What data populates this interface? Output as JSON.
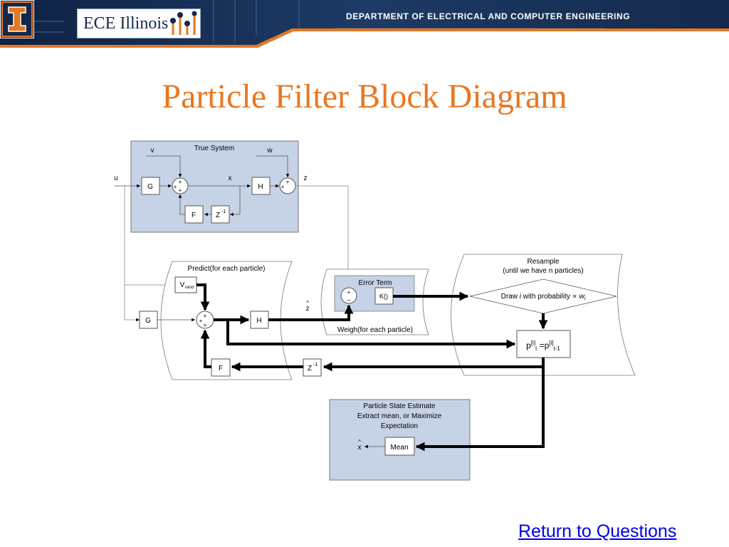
{
  "header": {
    "logo_text": "ECE Illinois",
    "department": "DEPARTMENT OF ELECTRICAL AND COMPUTER ENGINEERING",
    "colors": {
      "navy": "#13294b",
      "orange": "#e87722"
    }
  },
  "slide": {
    "title": "Particle Filter Block Diagram"
  },
  "diagram": {
    "true_system": {
      "title": "True System",
      "v": "v",
      "w": "w",
      "u": "u",
      "x": "x",
      "z": "z",
      "g": "G",
      "h": "H",
      "f": "F",
      "zinv": "Z",
      "zinv_exp": "-1"
    },
    "predict": {
      "title": "Predict(for each particle)",
      "vrand": "V",
      "vrand_sub": "rand",
      "g": "G",
      "h": "H",
      "f": "F",
      "zinv": "Z",
      "zinv_exp": "-1"
    },
    "error": {
      "title": "Error Term",
      "k": "K()",
      "weigh": "Weigh(for each particle)",
      "zhat": "z",
      "hat": "^"
    },
    "resample": {
      "line1": "Resample",
      "line2": "(until we have n particles)",
      "draw_prefix": "Draw ",
      "draw_i": "i",
      "draw_mid": " with probability ",
      "prop": "∝",
      "draw_w": "w",
      "draw_wsub": "i",
      "p": "p",
      "sup": "[i]",
      "sub_t": "t",
      "eq": " =p",
      "sub_t1": "t-1"
    },
    "estimate": {
      "line1": "Particle State Estimate",
      "line2": "Extract mean, or Maximize",
      "line3": "Expectation",
      "mean": "Mean",
      "xhat": "x",
      "hat": "^"
    },
    "sum_plus": "+",
    "sum_minus": "–"
  },
  "footer": {
    "return_link": "Return to Questions"
  }
}
